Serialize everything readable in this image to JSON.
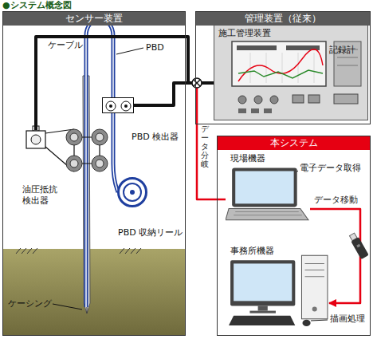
{
  "diagram": {
    "title": "●システム概念図",
    "nodes": [
      {
        "text": [
          "センサー装置"
        ]
      },
      {
        "text": [
          "油圧抵抗検出器"
        ],
        "in": 0
      },
      {
        "text": [
          "PBD 検出器"
        ],
        "in": 0
      },
      {
        "text": [
          "PBD 収納リール"
        ],
        "in": 0
      },
      {
        "text": [
          "管理装置（従来）"
        ]
      },
      {
        "text": [
          "施工管理装置"
        ],
        "in": 4
      },
      {
        "text": [
          "本システム"
        ]
      },
      {
        "text": [
          "現場機器"
        ],
        "in": 6
      },
      {
        "text": [
          "事務所機器"
        ],
        "in": 6
      }
    ],
    "edges": [
      {
        "from": 1,
        "to": 5,
        "arrow": "none"
      },
      {
        "from": 2,
        "to": 5,
        "arrow": "none"
      },
      {
        "from": 5,
        "to": 7,
        "arrow": "none",
        "label": "データ分岐"
      },
      {
        "from": 7,
        "to": 8,
        "arrow": "to",
        "label": "データ移動"
      }
    ],
    "labels": [
      "ケーブル",
      "PBD",
      "ケーシング",
      "記録計",
      "電子データ取得",
      "描画処理"
    ]
  }
}
